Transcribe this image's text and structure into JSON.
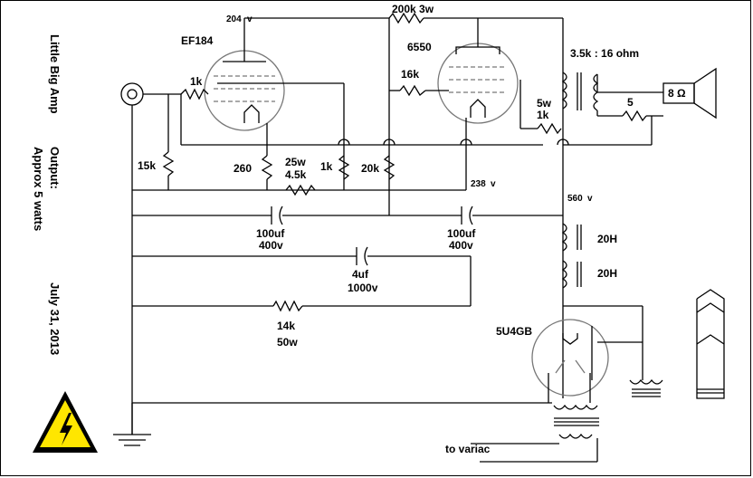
{
  "title_vertical": "Little Big Amp",
  "output_line1": "Output:",
  "output_line2": "Approx 5 watts",
  "date": "July 31, 2013",
  "tubes": {
    "input": "EF184",
    "output": "6550",
    "rectifier": "5U4GB"
  },
  "voltages": {
    "v204": "204",
    "v238": "238",
    "v560": "560",
    "unit": "v"
  },
  "resistors": {
    "r200k": "200k  3w",
    "r1k_grid": "1k",
    "r16k": "16k",
    "r15k": "15k",
    "r260": "260",
    "r25w": "25w",
    "r45k": "4.5k",
    "r1k_mid": "1k",
    "r20k": "20k",
    "r5w": "5w",
    "r1k_fb": "1k",
    "r5": "5",
    "r14k": "14k",
    "r50w": "50w"
  },
  "capacitors": {
    "c1_value": "100uf",
    "c1_voltage": "400v",
    "c2_value": "100uf",
    "c2_voltage": "400v",
    "c3_value": "4uf",
    "c3_voltage": "1000v"
  },
  "transformer_ratio": "3.5k :  16 ohm",
  "speaker_label": "8 Ω",
  "choke1": "20H",
  "choke2": "20H",
  "variac": "to variac",
  "colors": {
    "line": "#000000",
    "tube": "#777777",
    "warning": "#ffe600"
  }
}
